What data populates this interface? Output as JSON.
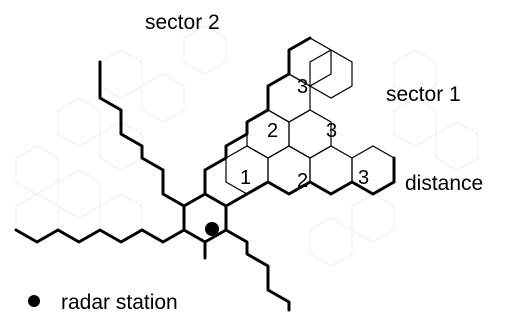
{
  "labels": {
    "sector_2": "sector 2",
    "sector_1": "sector 1",
    "distance": "distance",
    "legend": "radar station"
  },
  "cells": {
    "sector1_d1": "1",
    "sector1_d2": "2",
    "sector1_d3": "3",
    "sector1_row2_d2": "2",
    "sector1_row2_d3": "3",
    "sector1_row3_d3": "3"
  }
}
